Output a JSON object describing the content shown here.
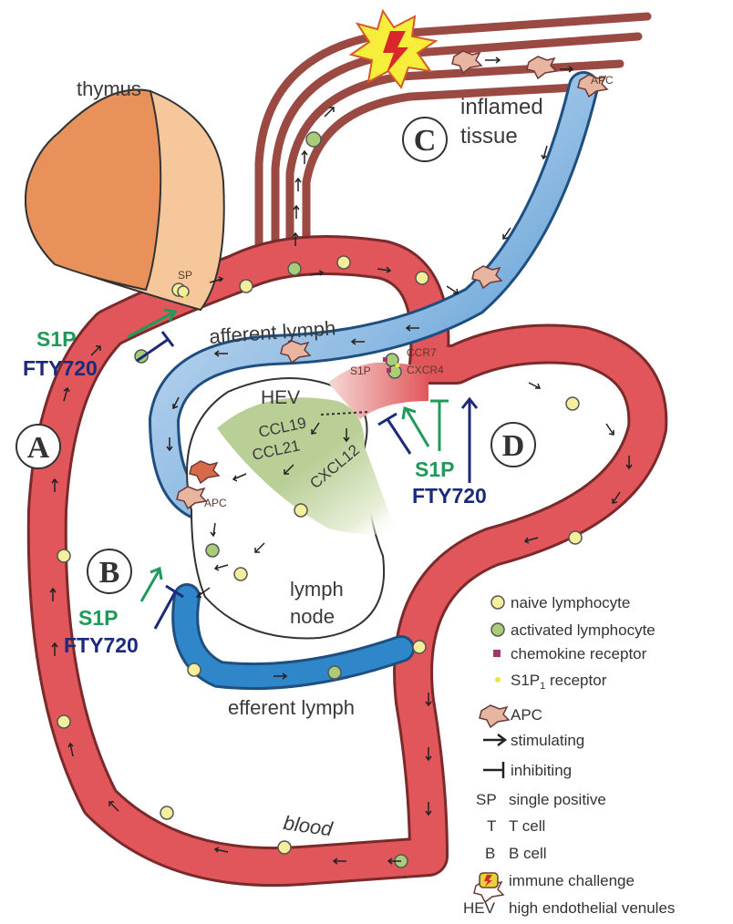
{
  "labels": {
    "thymus": "thymus",
    "sp_cell": "SP",
    "inflamed_line1": "inflamed",
    "inflamed_line2": "tissue",
    "apc_top": "APC",
    "afferent_lymph": "afferent lymph",
    "hev": "HEV",
    "s1p_small": "S1P",
    "ccr7": "CCR7",
    "cxcr4": "CXCR4",
    "ccl19": "CCL19",
    "ccl21": "CCL21",
    "cxcl12": "CXCL12",
    "apc_node": "APC",
    "lymph_line1": "lymph",
    "lymph_line2": "node",
    "efferent_lymph": "efferent lymph",
    "blood": "blood"
  },
  "panels": {
    "A": "A",
    "B": "B",
    "C": "C",
    "D": "D"
  },
  "regulators": {
    "a_s1p": "S1P",
    "a_fty": "FTY720",
    "b_s1p": "S1P",
    "b_fty": "FTY720",
    "d_s1p": "S1P",
    "d_fty": "FTY720"
  },
  "legend": {
    "naive": "naive lymphocyte",
    "activated": "activated lymphocyte",
    "chemokine": "chemokine receptor",
    "s1p_receptor_prefix": "S1P",
    "s1p_receptor_sub": "1",
    "s1p_receptor_suffix": " receptor",
    "apc": "APC",
    "stimulating": "stimulating",
    "inhibiting": "inhibiting",
    "sp_key": "SP",
    "sp": "single positive",
    "t_key": "T",
    "t": "T cell",
    "b_key": "B",
    "b": "B cell",
    "immune": "immune challenge",
    "hev_key": "HEV",
    "hev": "high endothelial venules"
  },
  "colors": {
    "blood": "#e0565a",
    "blood_edge": "#7a2a2a",
    "lymph": "#2f86c8",
    "lymph_light": "#b8d4ee",
    "thymus_dark": "#e8915a",
    "thymus_light": "#f5c79a",
    "vessel": "#9a4a42",
    "naive": "#f3ef9a",
    "activated": "#a8cc78",
    "green": "#1f9a5a",
    "navy": "#1c2a7a",
    "chemokine_zone": "#b9cf96"
  },
  "icons": [
    "lightning-burst-icon",
    "apc-cell-icon",
    "stimulating-arrow-icon",
    "inhibiting-bar-icon"
  ]
}
